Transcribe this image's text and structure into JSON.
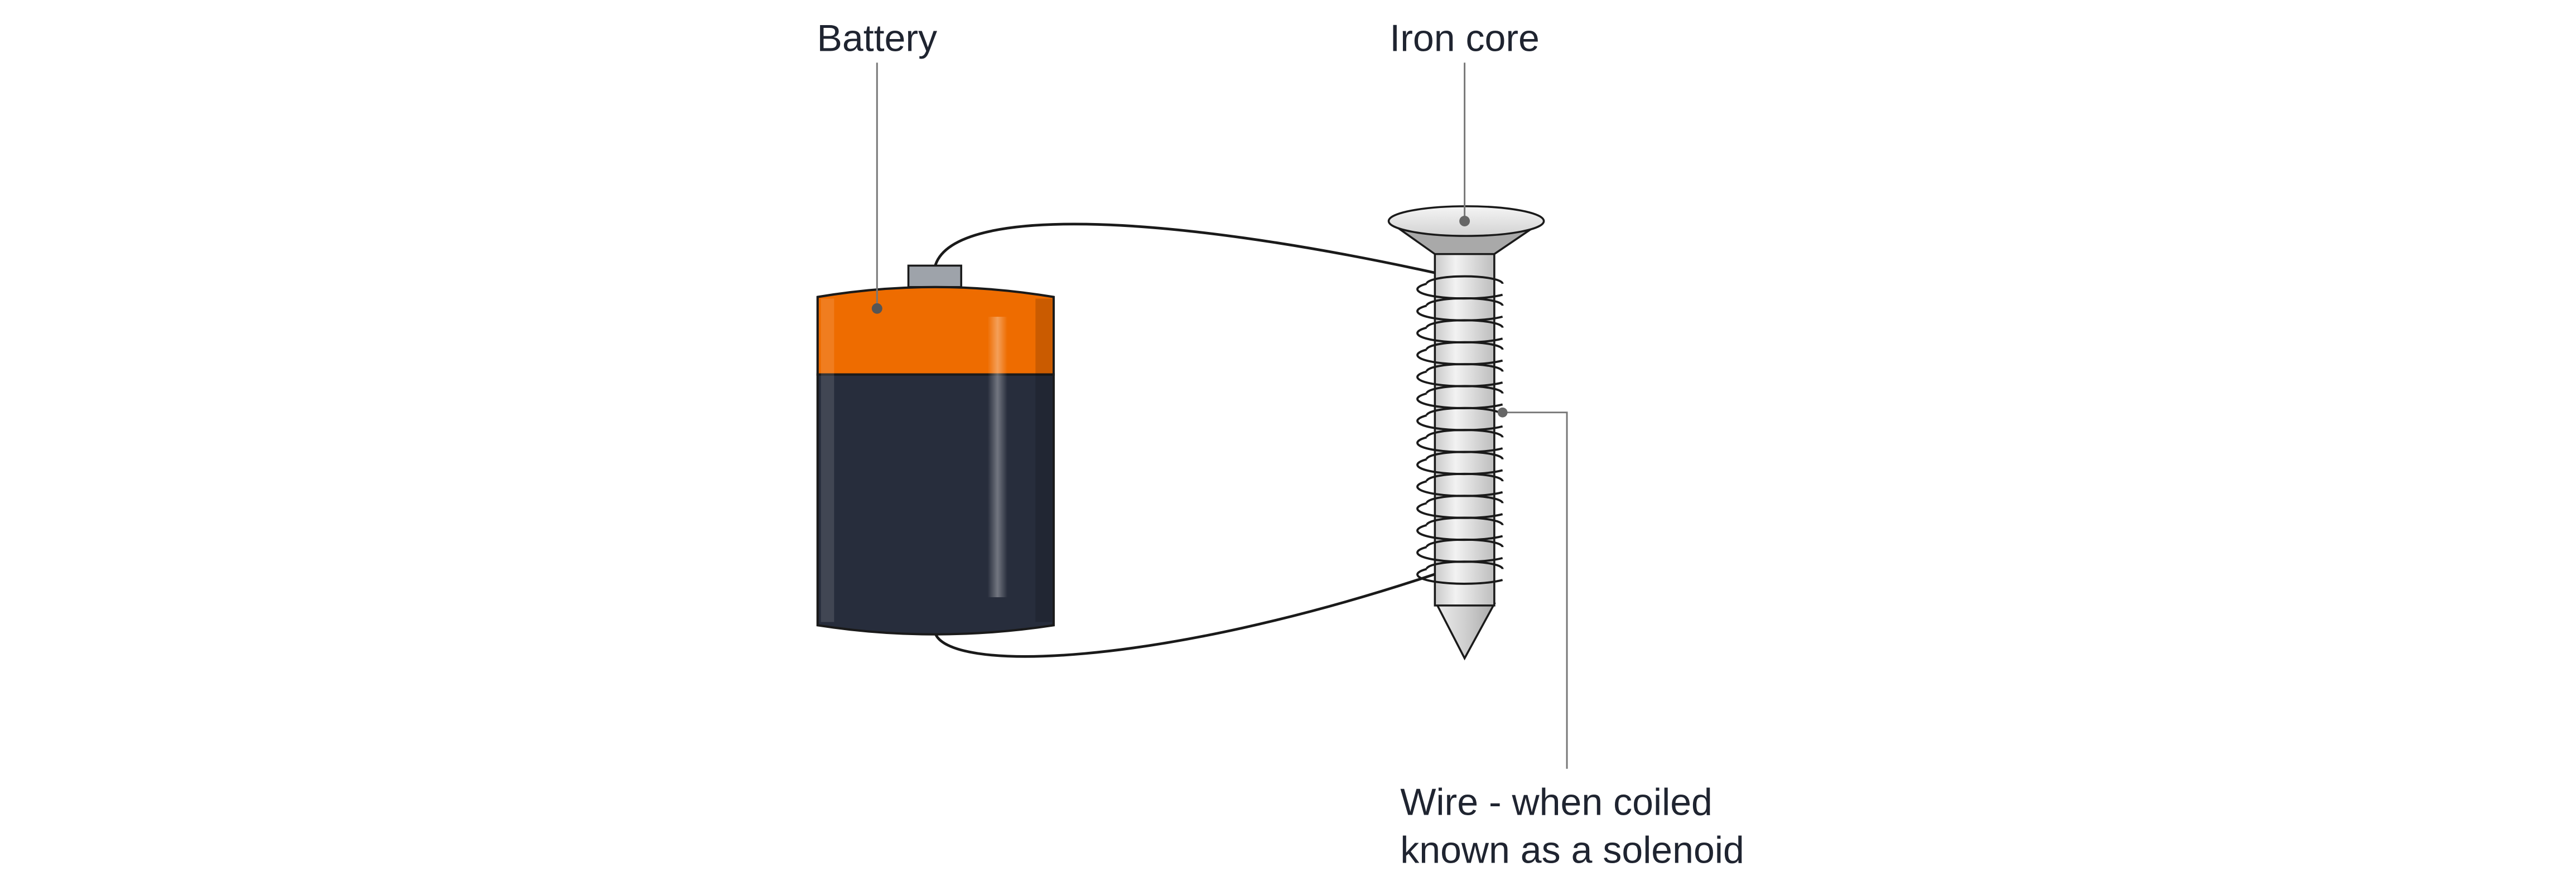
{
  "labels": {
    "battery": "Battery",
    "iron_core": "Iron core",
    "wire_line1": "Wire - when coiled",
    "wire_line2": "known as a solenoid"
  },
  "colors": {
    "battery_cap": "#ee6c00",
    "battery_body": "#272d3c",
    "battery_terminal": "#9ea3aa",
    "screw_light": "#e4e4e4",
    "screw_shadow": "#a9a9a9",
    "leader_line": "#777777",
    "text": "#1f2430",
    "outline": "#1a1a1a"
  },
  "icons": {
    "battery": "battery-icon",
    "iron_core": "screw-icon",
    "solenoid": "coil-icon"
  }
}
